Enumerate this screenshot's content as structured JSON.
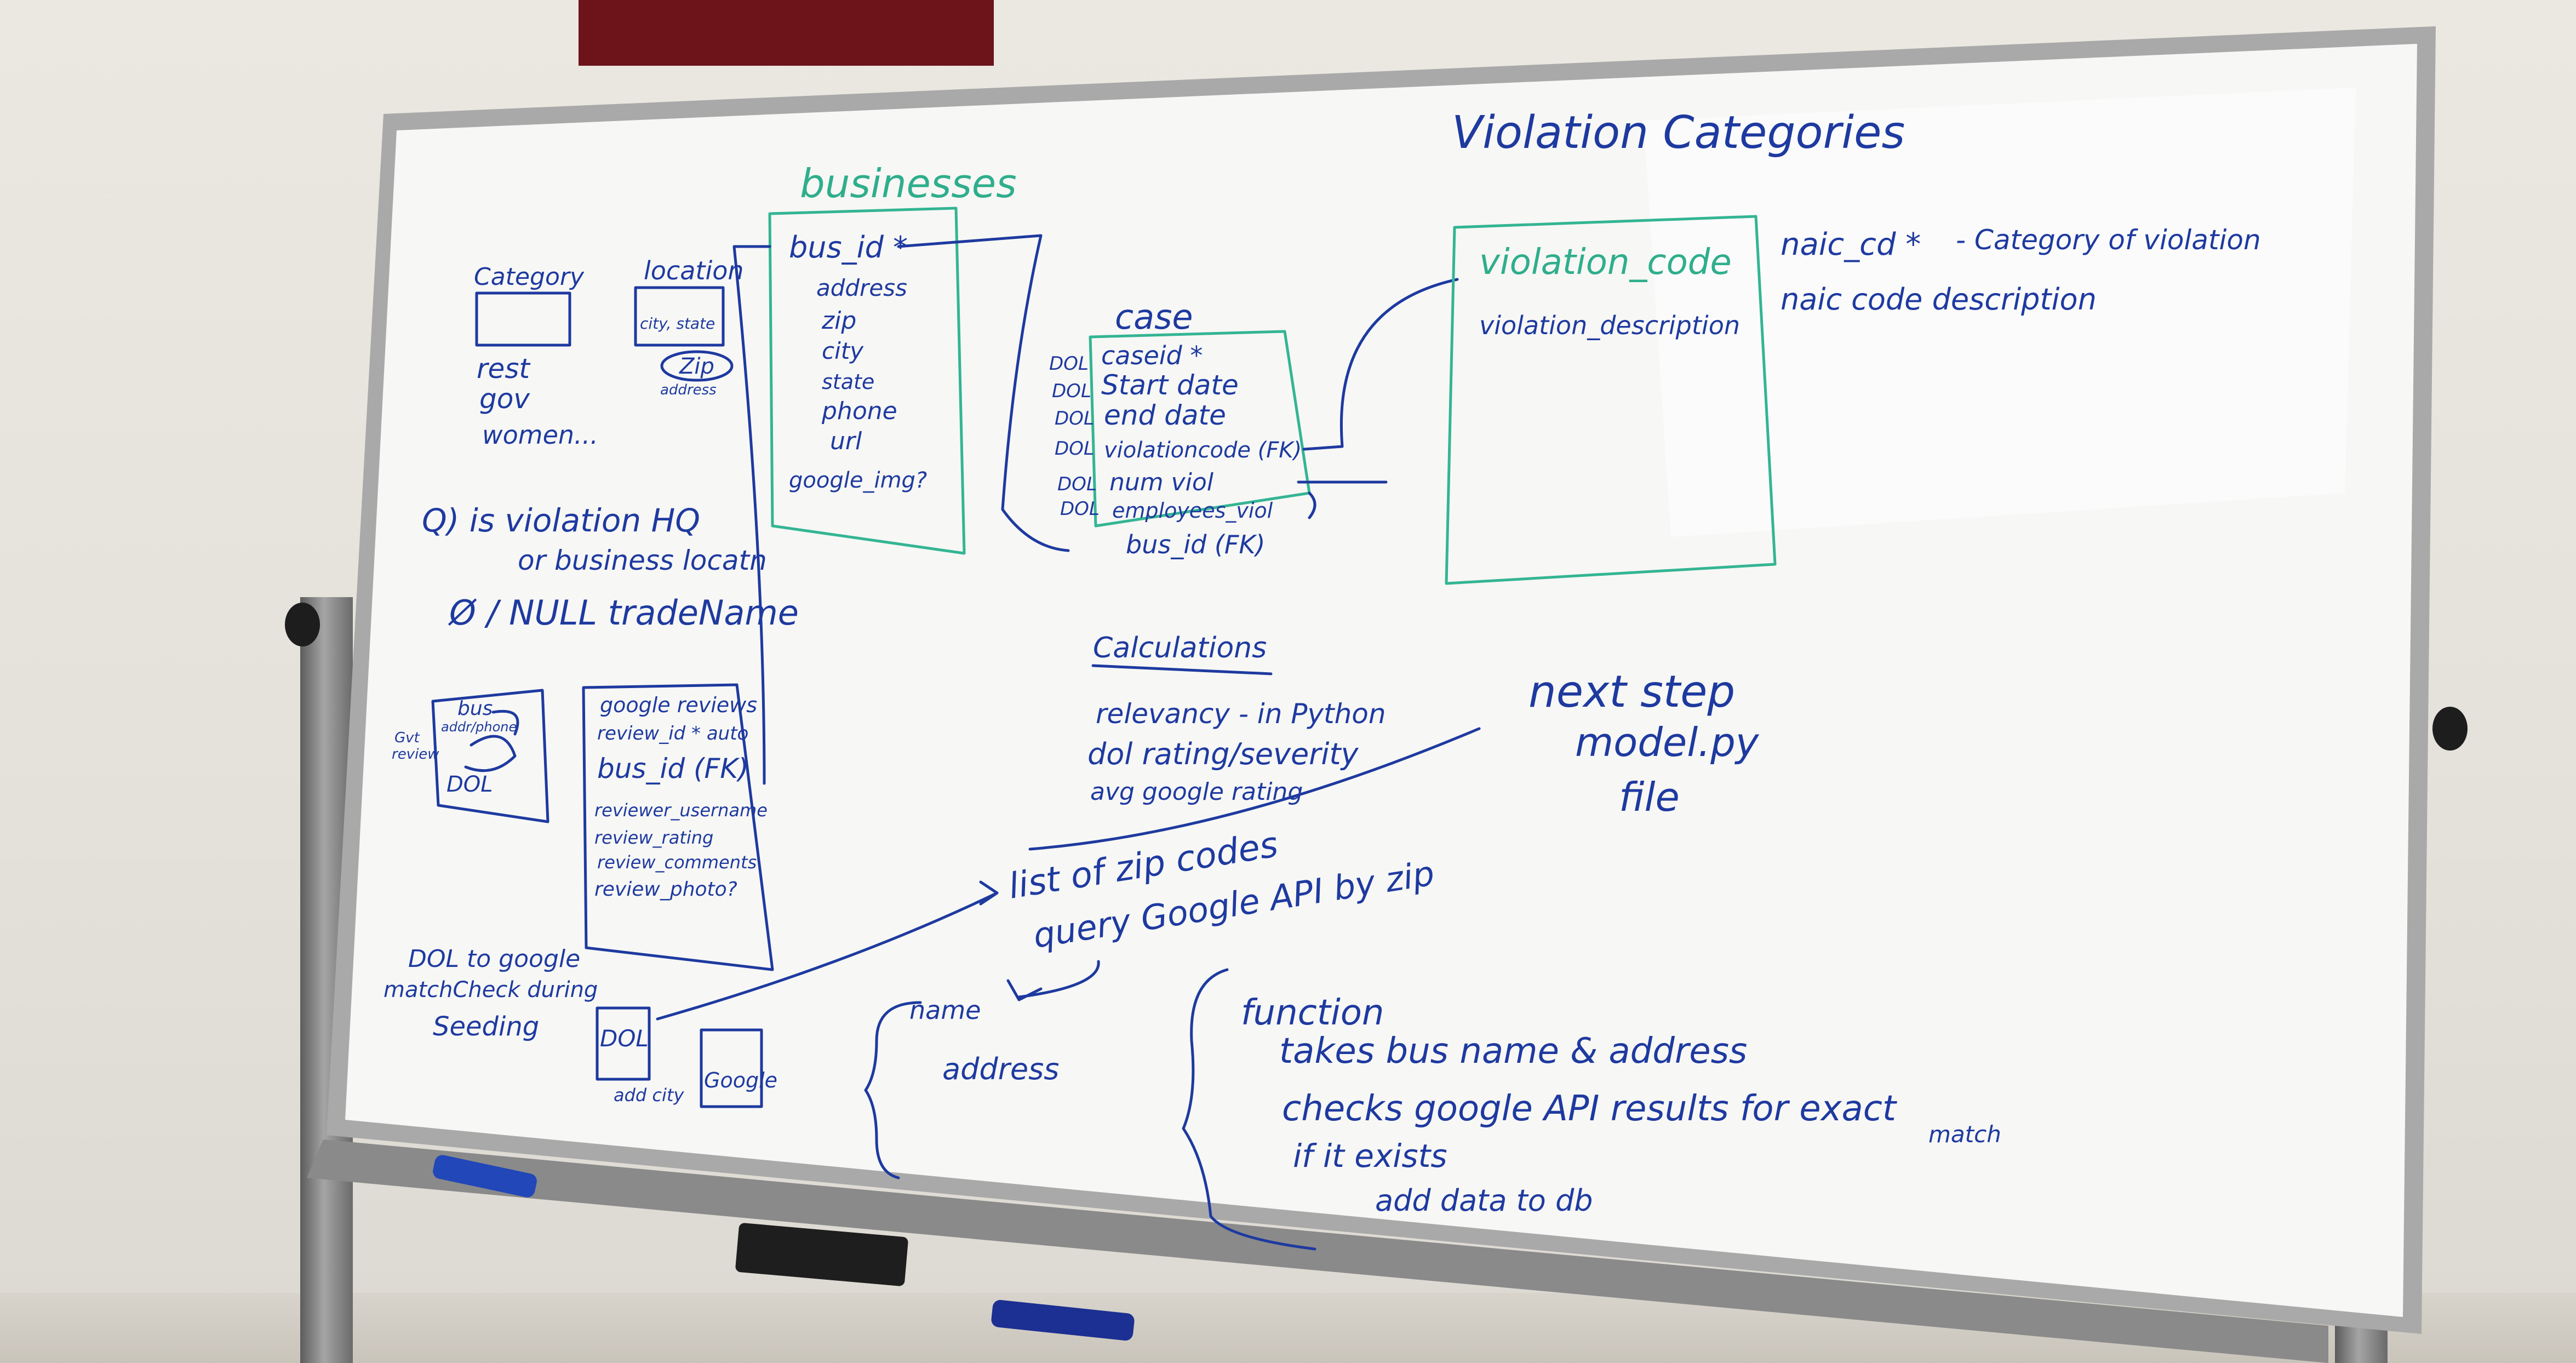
{
  "whiteboard": {
    "title": "Violation Categories",
    "left_notes": {
      "category_label": "Category",
      "location_label": "location",
      "location_sub": "city, state",
      "zip_label": "Zip",
      "address_label": "address",
      "category_items": [
        "rest",
        "gov",
        "women..."
      ],
      "question_line1": "Q) is violation HQ",
      "question_line2": "or business locatn",
      "null_note": "Ø / NULL tradeName"
    },
    "diagram_labels": {
      "bus": "bus",
      "addr_phone": "addr/phone",
      "gvt": "Gvt",
      "review": "review",
      "dol": "DOL"
    },
    "businesses": {
      "title": "businesses",
      "fields": [
        "bus_id *",
        "address",
        "zip",
        "city",
        "state",
        "phone",
        "url",
        "google_img?"
      ]
    },
    "case": {
      "title": "case",
      "fields": [
        "caseid *",
        "Start date",
        "end date",
        "violationcode (FK)",
        "num viol",
        "employees_viol",
        "bus_id (FK)"
      ],
      "dol_tags": [
        "DOL",
        "DOL",
        "DOL",
        "DOL",
        "DOL",
        "DOL"
      ]
    },
    "violation_codes": {
      "fields": [
        "violation_code",
        "violation_description"
      ],
      "naic_code": "naic_cd *",
      "category_note": "- Category of violation",
      "naic_desc": "naic code description"
    },
    "google_reviews": {
      "title": "google reviews",
      "fields": [
        "review_id * auto",
        "bus_id (FK)",
        "reviewer_username",
        "review_rating",
        "review_comments",
        "review_photo?"
      ]
    },
    "calculations": {
      "title": "Calculations",
      "items": [
        "relevancy - in Python",
        "dol rating/severity",
        "avg google rating"
      ]
    },
    "next_step": {
      "lines": [
        "next step",
        "model.py",
        "file"
      ]
    },
    "zip_query": {
      "lines": [
        "list of zip codes",
        "query Google API by zip"
      ]
    },
    "name_address": {
      "lines": [
        "name",
        "address"
      ]
    },
    "seeding": {
      "lines": [
        "DOL to google",
        "matchCheck during",
        "Seeding"
      ],
      "dol_box": "DOL",
      "google_box": "Google",
      "add_city": "add city"
    },
    "function": {
      "title": "function",
      "lines": [
        "takes bus name & address",
        "checks google API results for exact",
        "if it exists",
        "add data to db"
      ],
      "match_word": "match"
    }
  },
  "colors": {
    "marker_blue": "#1e3aa0",
    "marker_green": "#2fae8c",
    "board_white": "#f7f7f5",
    "frame_silver": "#b4b4b4",
    "wall_red": "#6d141b"
  }
}
